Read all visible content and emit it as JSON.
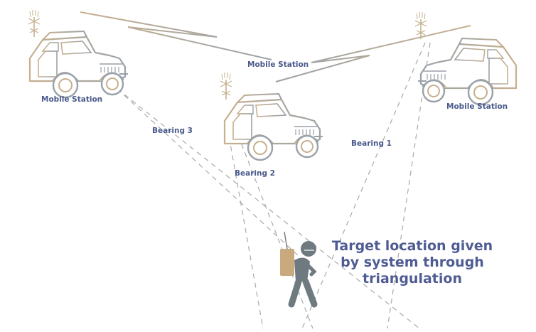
{
  "labels": {
    "station_left": "Mobile Station",
    "station_center": "Mobile Station",
    "station_right": "Mobile Station",
    "bearing_1": "Bearing 1",
    "bearing_2": "Bearing 2",
    "bearing_3": "Bearing 3"
  },
  "caption": {
    "line1": "Target location given",
    "line2": "by system through",
    "line3": "triangulation"
  },
  "colors": {
    "label": "#4a5a8c",
    "caption": "#4f5c93",
    "vehicle_tan": "#c7b08d",
    "vehicle_gray": "#9aa1a8",
    "bearing_line": "#a9a9a9",
    "soldier": "#6f7a80",
    "backpack": "#c9a97e"
  },
  "icons": {
    "vehicle": "military-truck-icon",
    "antenna": "antenna-icon",
    "target": "soldier-radio-icon"
  }
}
